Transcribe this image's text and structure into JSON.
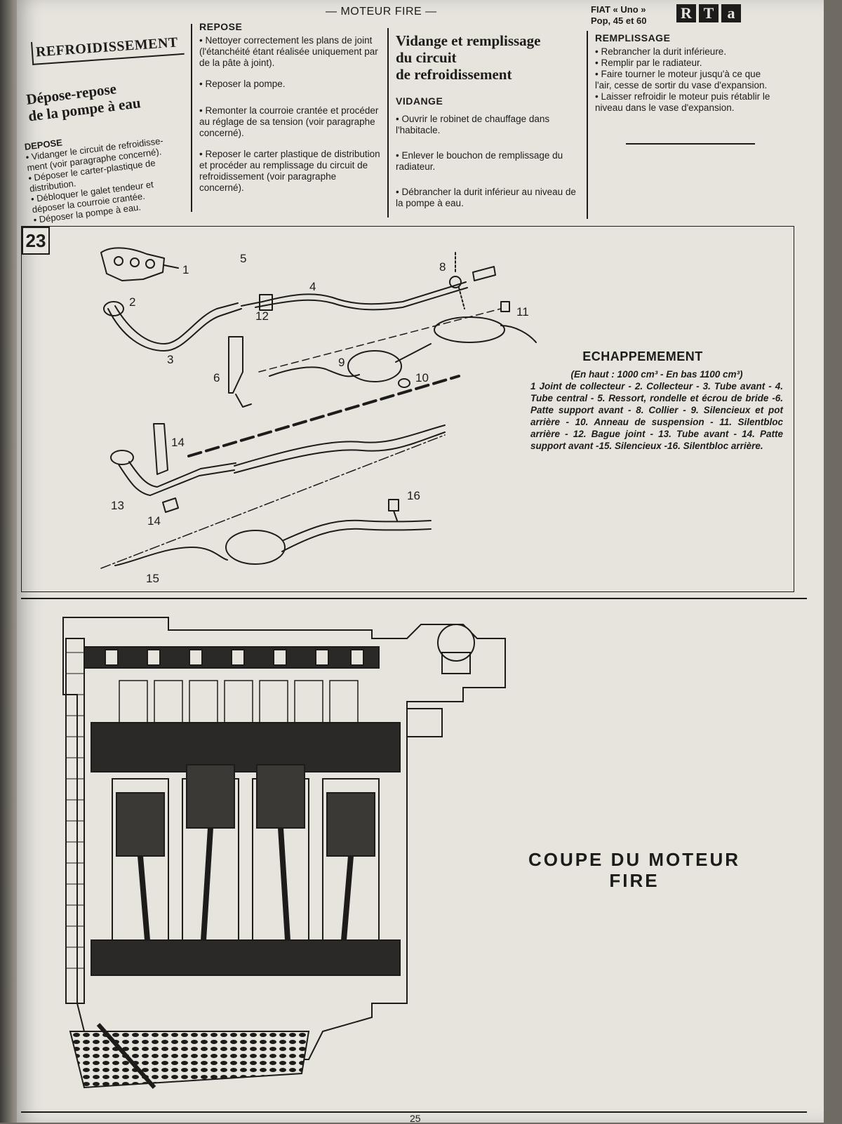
{
  "header": {
    "section": "— MOTEUR FIRE —",
    "vehicle_line1": "FIAT « Uno »",
    "vehicle_line2": "Pop, 45 et 60",
    "logo_letters": [
      "R",
      "T",
      "a"
    ]
  },
  "col1": {
    "chapter": "REFROIDISSEMENT",
    "title_line1": "Dépose-repose",
    "title_line2": "de la pompe à eau",
    "subhead": "DEPOSE",
    "items": [
      "• Vidanger le circuit de refroidisse-",
      "ment (voir paragraphe concerné).",
      "• Déposer le carter-plastique de",
      "distribution.",
      "• Débloquer le galet tendeur et",
      "déposer la courroie crantée.",
      "• Déposer la pompe à eau."
    ]
  },
  "col2": {
    "subhead": "REPOSE",
    "paragraphs": [
      "• Nettoyer correctement les plans de joint (l'étanchéité étant réalisée uniquement par de la pâte à joint).",
      "• Reposer la pompe.",
      "• Remonter la courroie crantée et procéder au réglage de sa tension (voir paragraphe concerné).",
      "• Reposer le carter plastique de distribution et procéder au remplissage du circuit de refroidissement (voir paragraphe concerné)."
    ]
  },
  "col3": {
    "title_line1": "Vidange et remplissage",
    "title_line2": "du circuit",
    "title_line3": "de refroidissement",
    "subhead": "VIDANGE",
    "paragraphs": [
      "• Ouvrir le robinet de chauffage dans l'habitacle.",
      "• Enlever le bouchon de remplissage du radiateur.",
      "• Débrancher la durit inférieur au niveau de la pompe à eau."
    ]
  },
  "col4": {
    "subhead": "REMPLISSAGE",
    "paragraphs": [
      "• Rebrancher la durit inférieure.",
      "• Remplir par le radiateur.",
      "• Faire tourner le moteur jusqu'à ce que l'air, cesse de sortir du vase d'expansion.",
      "• Laisser refroidir le moteur puis rétablir le niveau dans le vase d'expansion."
    ]
  },
  "figure23": {
    "number": "23",
    "title": "ECHAPPEMEMENT",
    "subtitle": "(En haut : 1000 cm³ - En bas 1100 cm³)",
    "caption": "1 Joint de collecteur - 2. Collecteur - 3. Tube avant - 4. Tube central - 5. Ressort, rondelle et écrou de bride -6. Patte support avant - 8. Collier - 9. Silencieux et pot arrière - 10. Anneau de suspension - 11. Silentbloc arrière - 12. Bague joint - 13. Tube avant - 14. Patte support avant -15. Silencieux -16. Silentbloc arrière.",
    "callouts": [
      "1",
      "2",
      "3",
      "4",
      "5",
      "6",
      "8",
      "9",
      "10",
      "11",
      "12",
      "13",
      "14",
      "14",
      "15",
      "16"
    ]
  },
  "figure_engine": {
    "title_line1": "COUPE DU MOTEUR",
    "title_line2": "FIRE"
  },
  "footer": {
    "page_number": "25"
  }
}
